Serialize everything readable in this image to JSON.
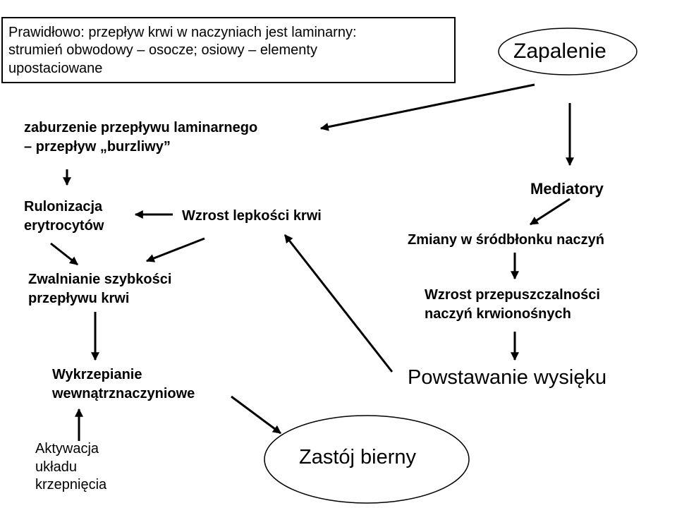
{
  "info_box": {
    "text": "Prawidłowo: przepływ krwi w naczyniach jest laminarny:\nstrumień obwodowy – osocze; osiowy – elementy\nupostaciowane"
  },
  "nodes": {
    "zapalenie": "Zapalenie",
    "zaburzenie": "zaburzenie przepływu laminarnego\n– przepływ „burzliwy”",
    "rulonizacja": "Rulonizacja\nerytrocytów",
    "lepkosc": "Wzrost lepkości krwi",
    "zwalnianie": "Zwalnianie szybkości\nprzepływu krwi",
    "wykrzepianie": "Wykrzepianie\nwewnątrznaczyniowe",
    "aktywacja": "Aktywacja\nukładu\nkrzepnięcia",
    "zastoj": "Zastój bierny",
    "mediatory": "Mediatory",
    "zmiany": "Zmiany w śródbłonku naczyń",
    "przepuszczalnosc": "Wzrost przepuszczalności\nnaczyń krwionośnych",
    "wysiek": "Powstawanie wysięku"
  }
}
